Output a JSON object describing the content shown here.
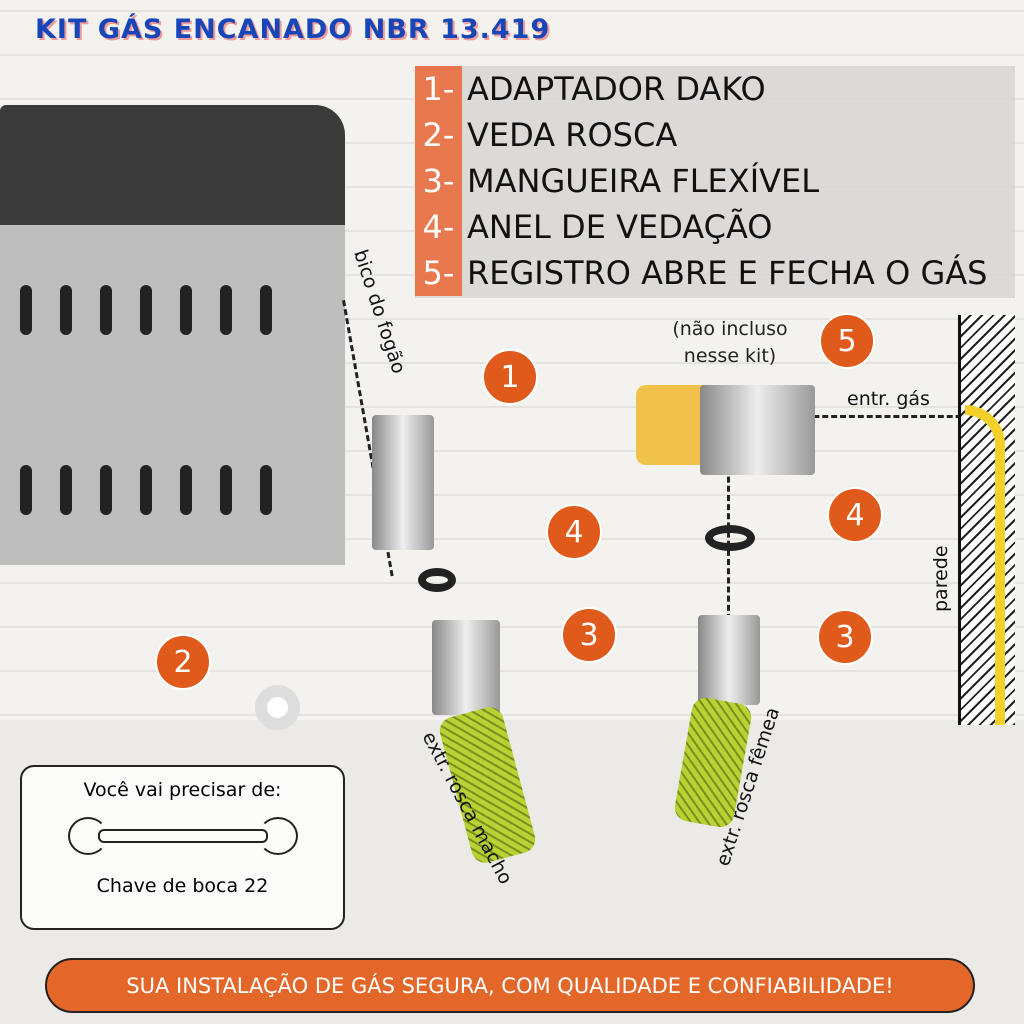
{
  "title": "KIT GÁS ENCANADO  NBR 13.419",
  "parts": [
    {
      "num": "1-",
      "label": "ADAPTADOR DAKO"
    },
    {
      "num": "2-",
      "label": "VEDA ROSCA"
    },
    {
      "num": "3-",
      "label": "MANGUEIRA FLEXÍVEL"
    },
    {
      "num": "4-",
      "label": "ANEL DE VEDAÇÃO"
    },
    {
      "num": "5-",
      "label": "REGISTRO ABRE E FECHA O GÁS"
    }
  ],
  "markers": {
    "m1": "1",
    "m2": "2",
    "m3": "3",
    "m4": "4",
    "m5": "5"
  },
  "labels": {
    "stove_nozzle": "bico do fogão",
    "not_included_1": "(não incluso",
    "not_included_2": "nesse kit)",
    "gas_inlet": "entr. gás",
    "wall": "parede",
    "male_end": "extr. rosca macho",
    "female_end": "extr. rosca fêmea"
  },
  "tools": {
    "heading": "Você vai precisar de:",
    "tool": "Chave de boca 22"
  },
  "banner": "SUA INSTALAÇÃO DE GÁS SEGURA, COM QUALIDADE E CONFIABILIDADE!"
}
